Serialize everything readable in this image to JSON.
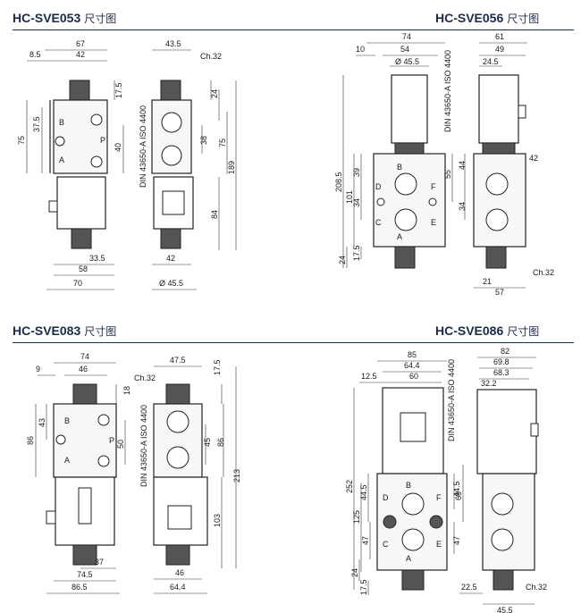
{
  "sections": [
    {
      "model": "HC-SVE053",
      "subtitle": "尺寸图"
    },
    {
      "model": "HC-SVE056",
      "subtitle": "尺寸图"
    },
    {
      "model": "HC-SVE083",
      "subtitle": "尺寸图"
    },
    {
      "model": "HC-SVE086",
      "subtitle": "尺寸图"
    }
  ],
  "labels": {
    "std": "DIN 43650-A  ISO 4400",
    "ch32": "Ch.32",
    "d455": "Ø 45.5",
    "portA": "A",
    "portB": "B",
    "portP": "P",
    "portC": "C",
    "portD": "D",
    "portE": "E",
    "portF": "F"
  },
  "dims053": {
    "w67": "67",
    "w42": "42",
    "w85": "8.5",
    "h375": "37.5",
    "h75": "75",
    "h40": "40",
    "w335": "33.5",
    "w58": "58",
    "w70": "70",
    "w435": "43.5",
    "h175": "17.5",
    "h24": "24",
    "h38": "38",
    "h75b": "75",
    "h189": "189",
    "h84": "84",
    "w42b": "42"
  },
  "dims056": {
    "w74": "74",
    "w10": "10",
    "w54": "54",
    "w61": "61",
    "w49": "49",
    "w245": "24.5",
    "h2085": "208.5",
    "h39": "39",
    "h101": "101",
    "h34": "34",
    "h24": "24",
    "h175": "17.5",
    "h55": "55",
    "h44": "44",
    "h34b": "34",
    "w42": "42",
    "w21": "21",
    "w57": "57"
  },
  "dims083": {
    "w74": "74",
    "w9": "9",
    "w46": "46",
    "h43": "43",
    "h86": "86",
    "h50": "50",
    "w37": "37",
    "w745": "74.5",
    "w865": "86.5",
    "w475": "47.5",
    "h18": "18",
    "h175": "17.5",
    "h45": "45",
    "h86b": "86",
    "h213": "213",
    "h103": "103",
    "w46b": "46",
    "w644": "64.4"
  },
  "dims086": {
    "w85": "85",
    "w644": "64.4",
    "w125": "12.5",
    "w60": "60",
    "w82": "82",
    "w698": "69.8",
    "w683": "68.3",
    "w322": "32.2",
    "h252": "252",
    "h445": "44.5",
    "h125": "125",
    "h47": "47",
    "h24": "24",
    "h175": "17.5",
    "h445b": "44.5",
    "h68": "68",
    "h47b": "47",
    "w225": "22.5",
    "w455": "45.5"
  }
}
